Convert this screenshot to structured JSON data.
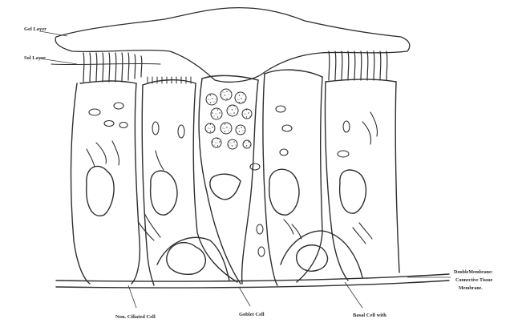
{
  "labels": {
    "gel_layer": "Gel Layer",
    "sol_layer": "Sol Layer",
    "double_membrane_line1": "DoubleMembrane:",
    "double_membrane_line2": "Connective Tissue",
    "double_membrane_line3": "Membrane.",
    "non_ciliated_cell": "Non. Ciliated Cell",
    "goblet_cell": "Goblet Cell",
    "basal_cell": "Basal Cell with"
  }
}
